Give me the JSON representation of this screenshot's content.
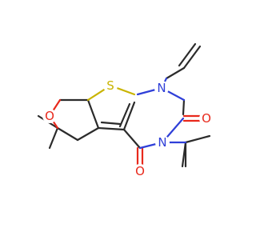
{
  "molecule": {
    "colors": {
      "bond": "#2b2b2b",
      "oxygen": "#e8291c",
      "nitrogen": "#2f3fd8",
      "sulfur": "#c9b400"
    },
    "atoms": {
      "s1": "S",
      "n1": "N",
      "n3": "N",
      "o_ring": "O",
      "o_c2": "O",
      "o_c4": "O"
    }
  }
}
